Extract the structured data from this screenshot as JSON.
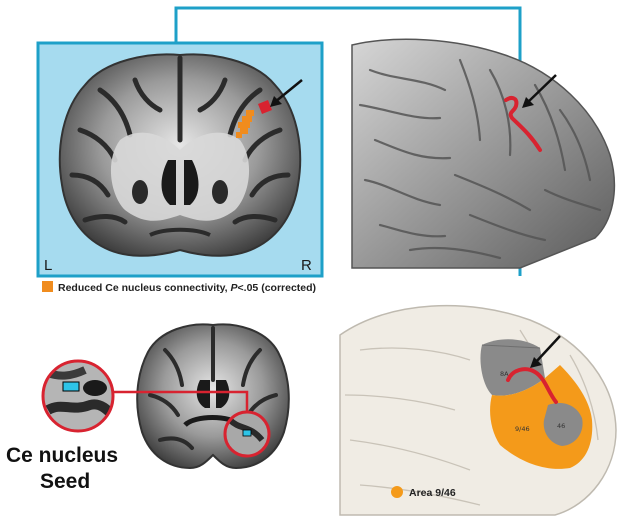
{
  "top_panel": {
    "left_label": "L",
    "right_label": "R",
    "frame_color": "#1ea0c8",
    "panel_bg": "#a6dbef"
  },
  "legend_top": {
    "swatch_color": "#f08c1e",
    "text_prefix": "Reduced Ce nucleus connectivity, ",
    "text_p": "P",
    "text_suffix": "<.05 (corrected)"
  },
  "seed": {
    "line1": "Ce nucleus",
    "line2": "Seed",
    "circle_color": "#d82330",
    "seed_color": "#2ec4e8"
  },
  "areas": {
    "a8": "8A",
    "a946": "9/46",
    "a46": "46",
    "orange_color": "#f49a1a",
    "gray_color": "#8a8a8a"
  },
  "legend_bottom": {
    "text": "Area 9/46",
    "dot_color": "#f49a1a"
  },
  "tract_color": "#d82330"
}
